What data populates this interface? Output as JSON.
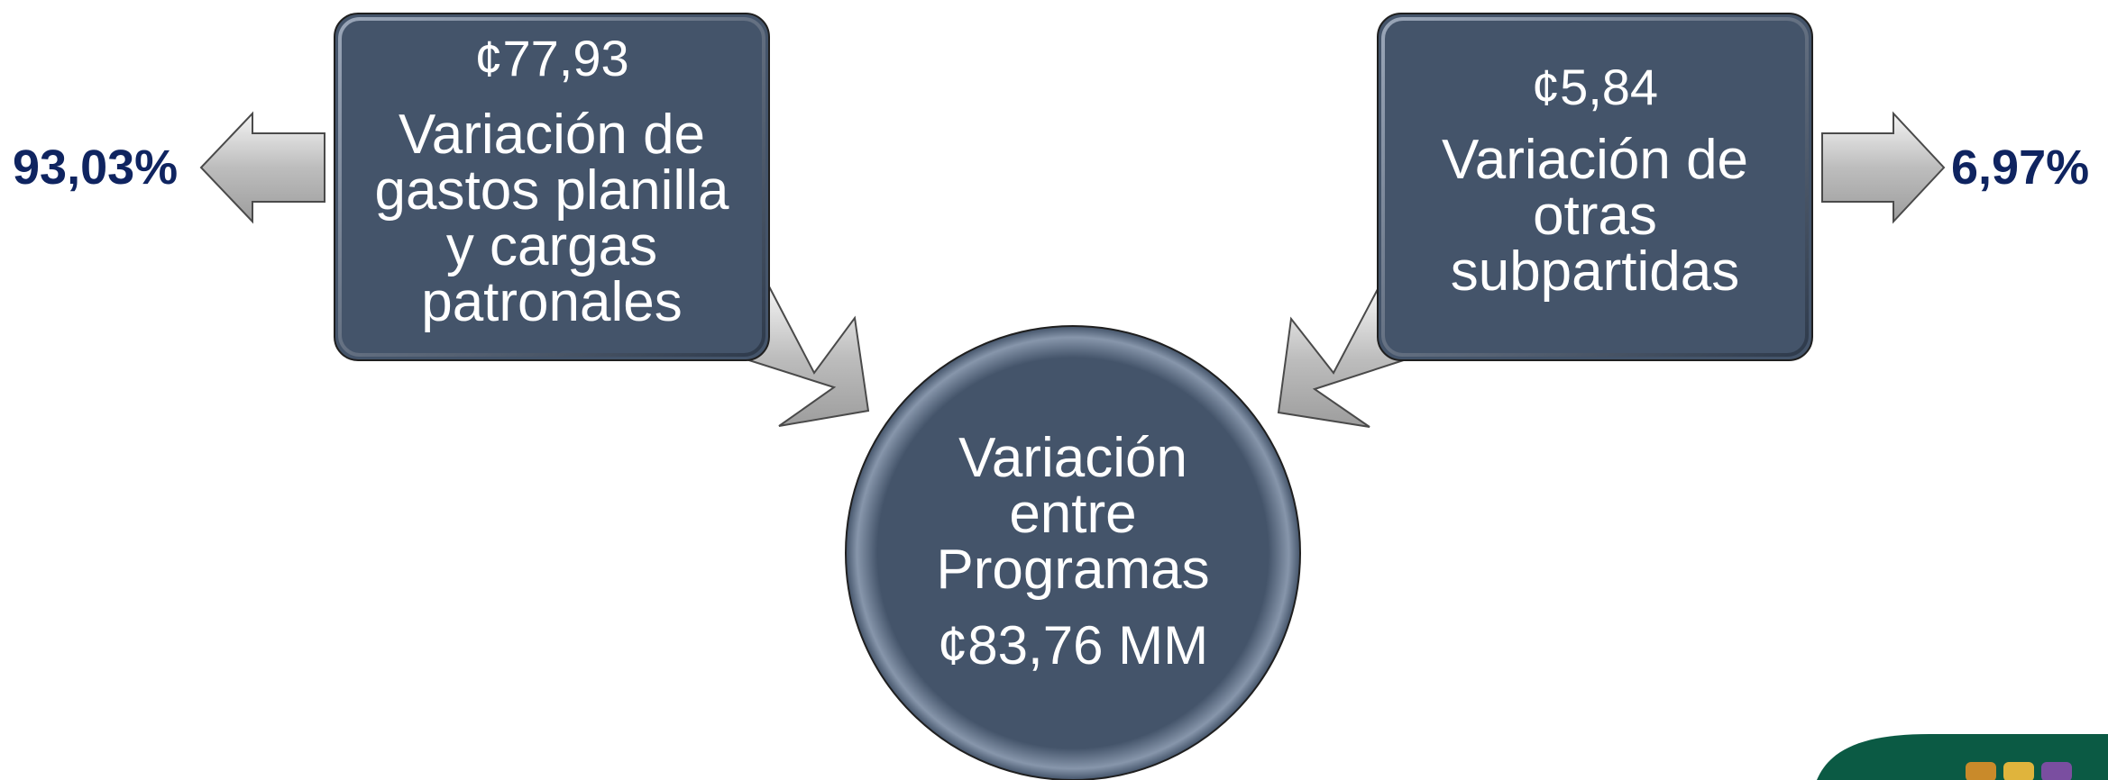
{
  "left_box": {
    "amount": "¢77,93",
    "description": "Variación  de\ngastos planilla\ny cargas\npatronales"
  },
  "right_box": {
    "amount": "¢5,84",
    "description": "Variación de\notras\nsubpartidas"
  },
  "center": {
    "label": "Variación\nentre\nProgramas",
    "amount": "¢83,76 MM"
  },
  "left_percentage": "93,03%",
  "right_percentage": "6,97%",
  "colors": {
    "box_fill": "#44546a",
    "arrow_fill": "#bfbfbf",
    "percentage_text": "#0f2460",
    "logo_green": "#0b5a44"
  },
  "icons": {
    "left_arrow": "left-arrow-icon",
    "right_arrow": "right-arrow-icon",
    "down_right_arrow": "down-right-arrow-icon",
    "down_left_arrow": "down-left-arrow-icon",
    "logo": "logo-icon"
  }
}
